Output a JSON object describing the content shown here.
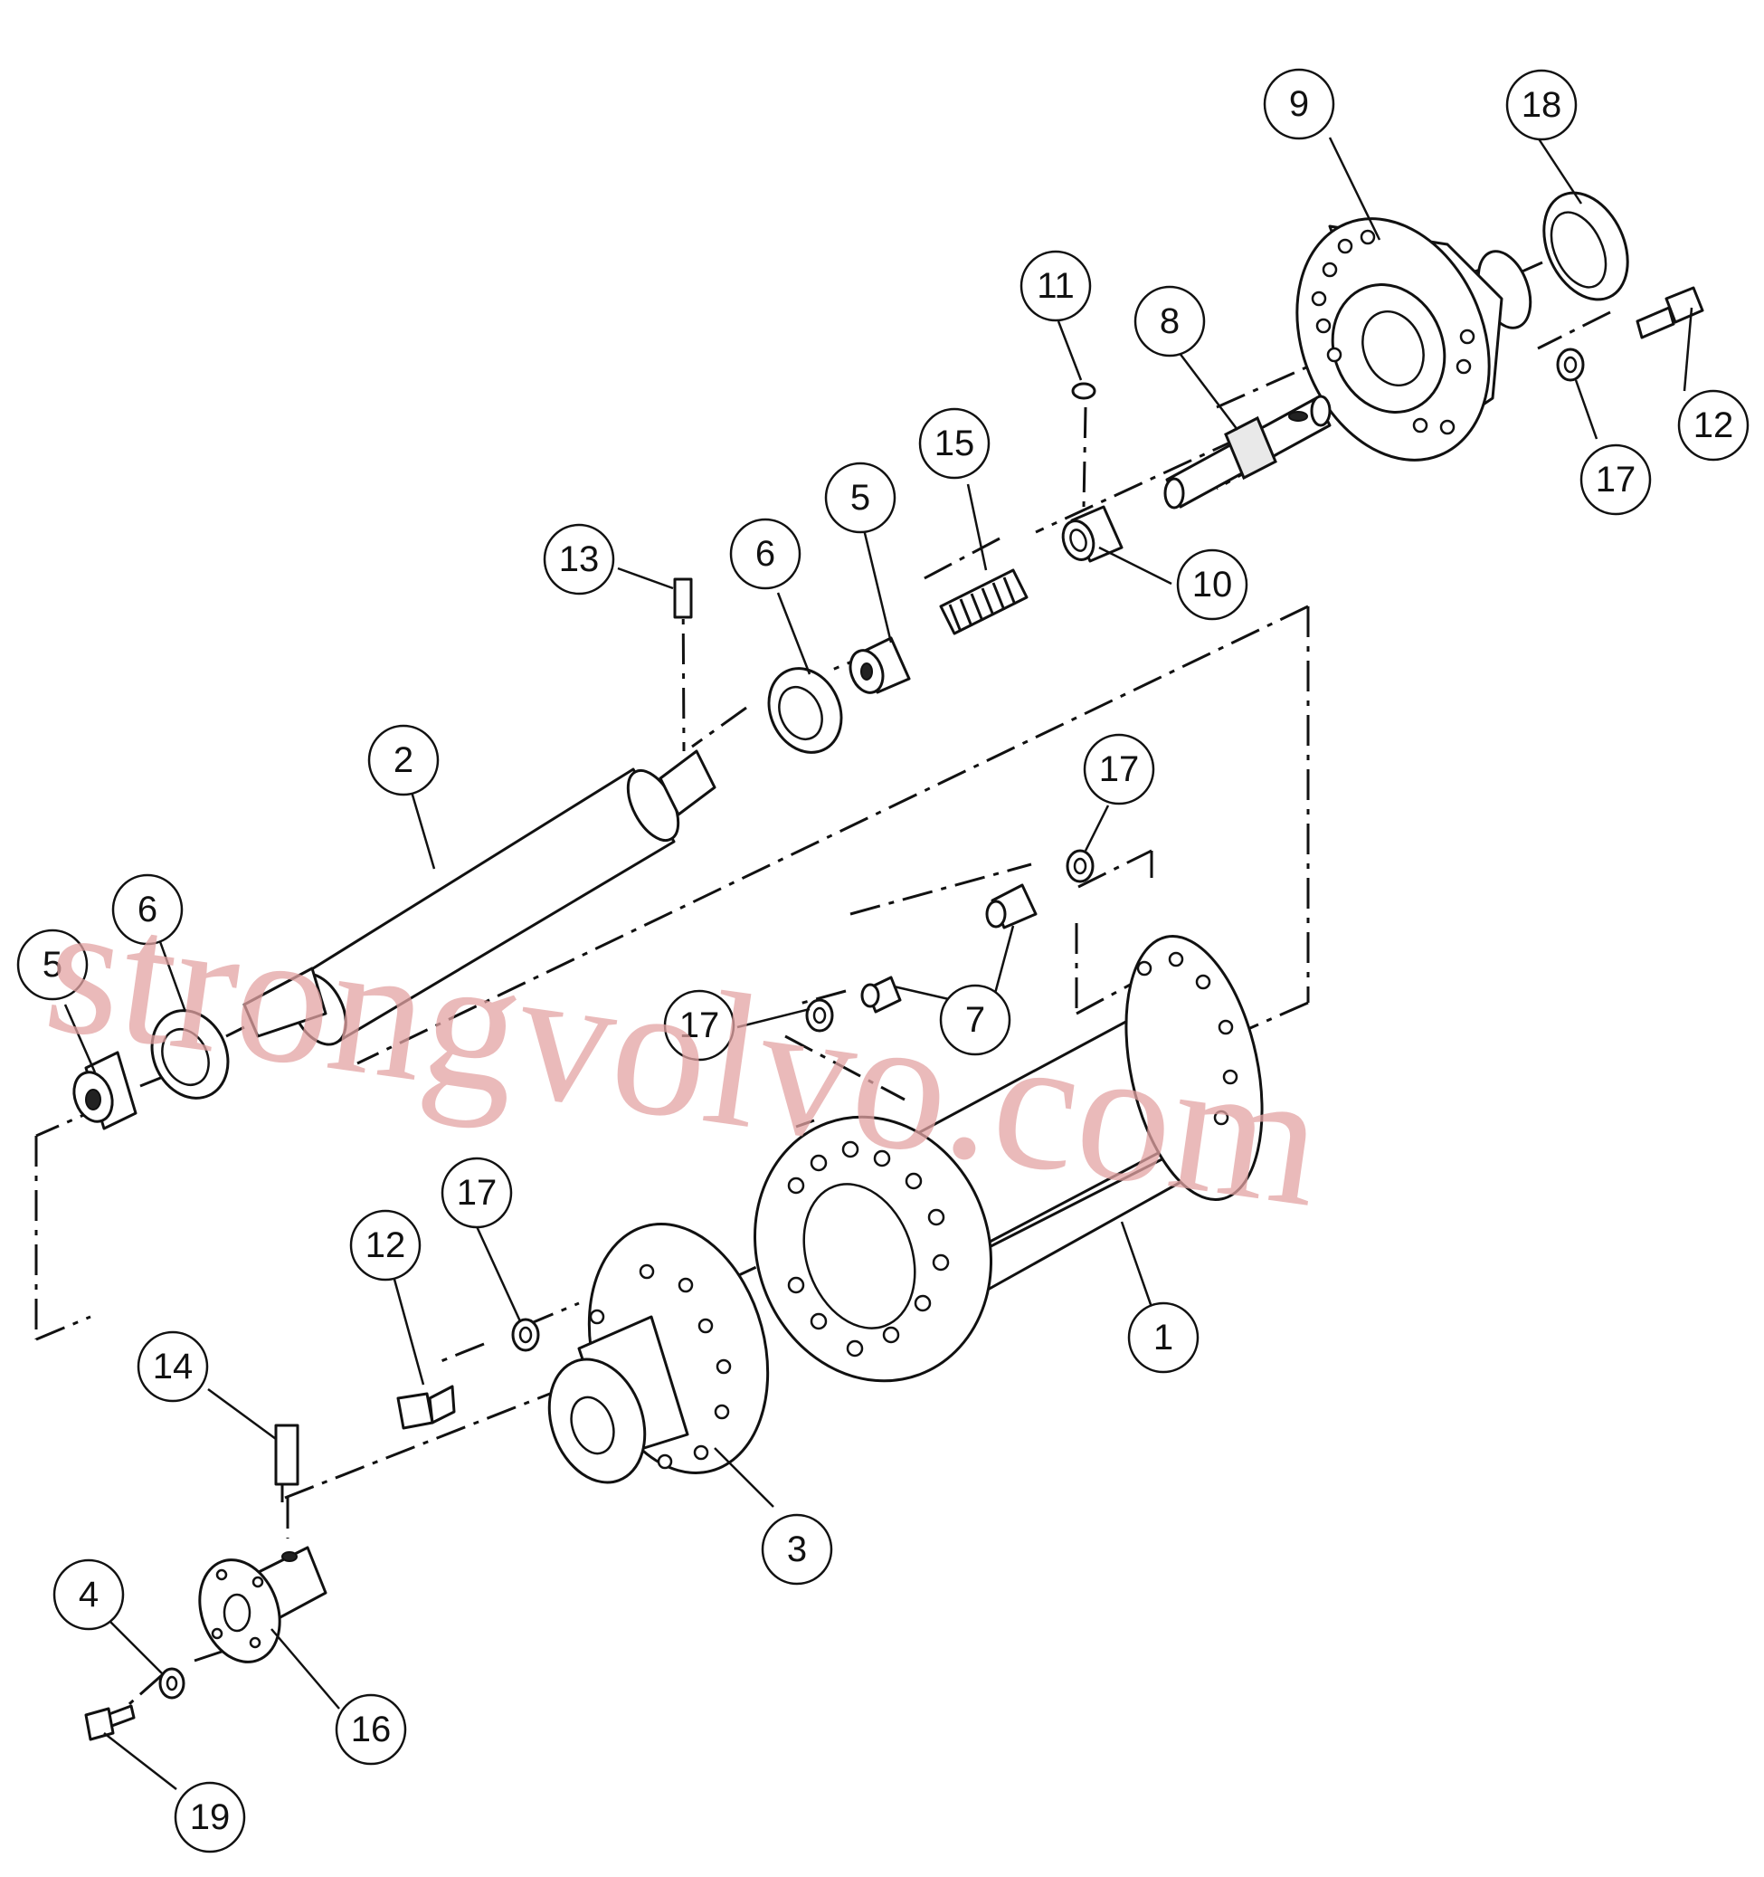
{
  "watermark": "strongvolvo.com",
  "callouts": [
    {
      "label": "9"
    },
    {
      "label": "18"
    },
    {
      "label": "11"
    },
    {
      "label": "8"
    },
    {
      "label": "12"
    },
    {
      "label": "17"
    },
    {
      "label": "15"
    },
    {
      "label": "5"
    },
    {
      "label": "10"
    },
    {
      "label": "13"
    },
    {
      "label": "6"
    },
    {
      "label": "2"
    },
    {
      "label": "17"
    },
    {
      "label": "6"
    },
    {
      "label": "5"
    },
    {
      "label": "17"
    },
    {
      "label": "7"
    },
    {
      "label": "17"
    },
    {
      "label": "12"
    },
    {
      "label": "1"
    },
    {
      "label": "14"
    },
    {
      "label": "3"
    },
    {
      "label": "4"
    },
    {
      "label": "16"
    },
    {
      "label": "19"
    }
  ]
}
